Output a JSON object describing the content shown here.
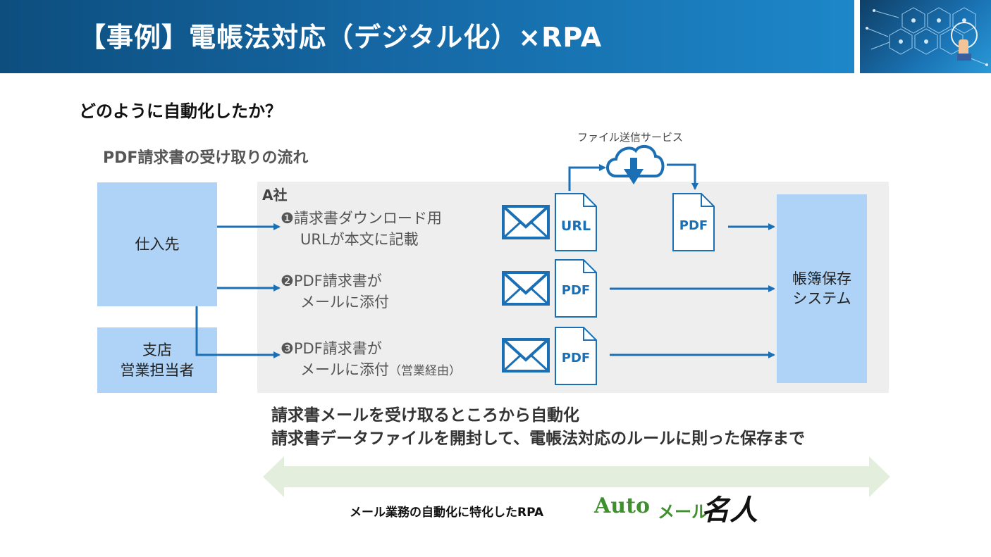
{
  "header": {
    "title": "【事例】電帳法対応（デジタル化）×RPA"
  },
  "subtitle": "どのように自動化したか？",
  "diagram": {
    "flow_title": "PDF請求書の受け取りの流れ",
    "company_label": "A社",
    "supplier": "仕入先",
    "branch": [
      "支店",
      "営業担当者"
    ],
    "storage": [
      "帳簿保存",
      "システム"
    ],
    "cloud_service": "ファイル送信サービス",
    "routes": [
      {
        "num": "❶",
        "line1": "請求書ダウンロード用",
        "line2": "URLが本文に記載",
        "suffix": "",
        "file": "URL"
      },
      {
        "num": "❷",
        "line1": "PDF請求書が",
        "line2": "メールに添付",
        "suffix": "",
        "file": "PDF"
      },
      {
        "num": "❸",
        "line1": "PDF請求書が",
        "line2": "メールに添付",
        "suffix": "（営業経由）",
        "file": "PDF"
      }
    ],
    "downloaded_file": "PDF"
  },
  "automation": {
    "line1": "請求書メールを受け取るところから自動化",
    "line2": "請求書データファイルを開封して、電帳法対応のルールに則った保存まで"
  },
  "footer": {
    "rpa_text": "メール業務の自動化に特化したRPA",
    "logo_auto": "Auto",
    "logo_mail": "メール",
    "logo_meijin": "名人"
  },
  "colors": {
    "header": "#1567a3",
    "box": "#aed3f7",
    "arrow": "#1a6fb5",
    "company_bg": "#eeeeee",
    "span_arrow": "#e3efdc",
    "logo_green": "#3f8f2e"
  }
}
